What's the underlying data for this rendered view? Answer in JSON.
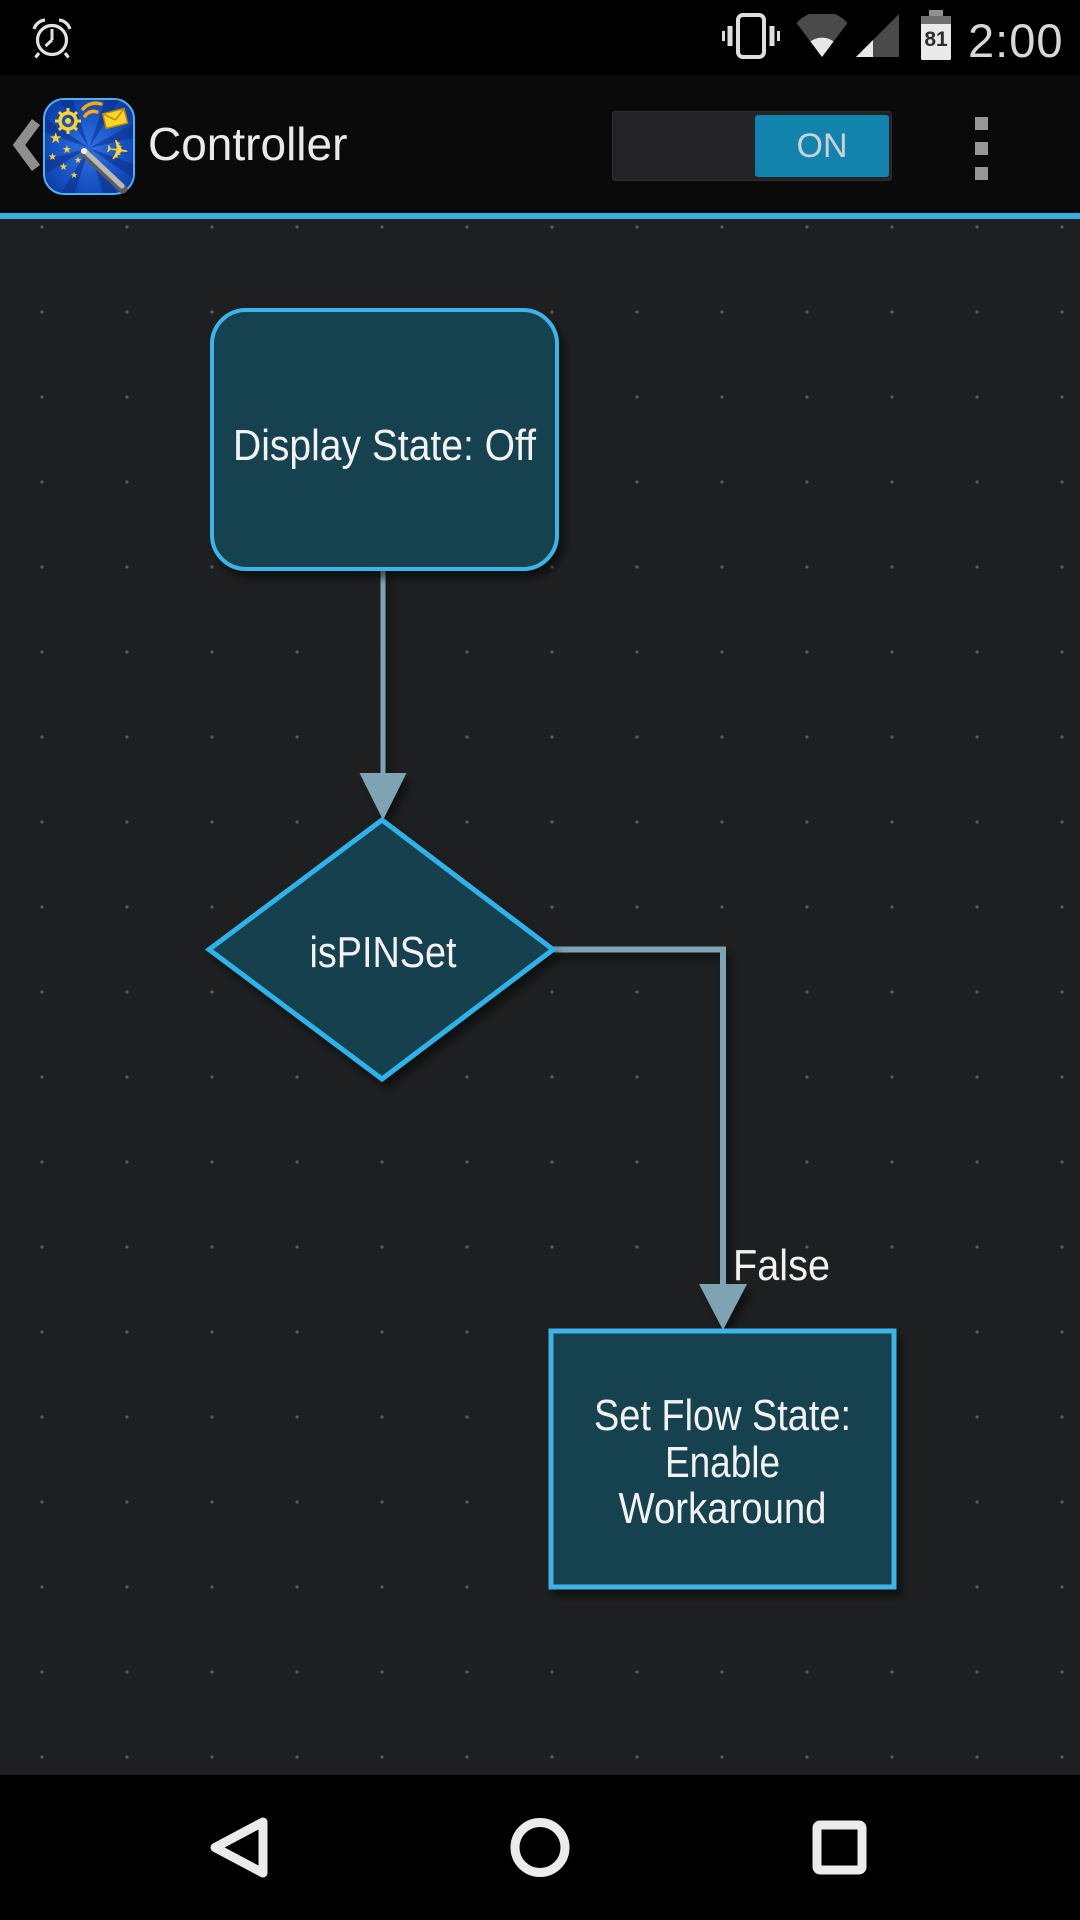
{
  "status_bar": {
    "time": "2:00",
    "battery_level": "81",
    "icons": [
      "alarm-icon",
      "vibrate-icon",
      "wifi-icon",
      "cell-signal-icon",
      "battery-icon"
    ]
  },
  "app_bar": {
    "title": "Controller",
    "toggle": {
      "state_label": "ON"
    },
    "icons": [
      "back-chevron-icon",
      "app-logo-icon",
      "overflow-menu-icon"
    ]
  },
  "flowchart": {
    "nodes": [
      {
        "id": "display_state",
        "shape": "rounded-rect",
        "label": "Display State: Off"
      },
      {
        "id": "is_pin_set",
        "shape": "diamond",
        "label": "isPINSet"
      },
      {
        "id": "set_flow_state",
        "shape": "rect",
        "label_lines": [
          "Set Flow State:",
          "Enable",
          "Workaround"
        ]
      }
    ],
    "edges": [
      {
        "from": "display_state",
        "to": "is_pin_set",
        "label": ""
      },
      {
        "from": "is_pin_set",
        "to": "set_flow_state",
        "label": "False"
      }
    ]
  },
  "nav_bar": {
    "icons": [
      "back-triangle-icon",
      "home-circle-icon",
      "recents-square-icon"
    ]
  },
  "colors": {
    "accent_blue": "#39ade0",
    "node_fill": "#164350",
    "node_border": "#3bb4ea",
    "edge_line": "#7ea3b2",
    "toggle_on_teal": "#1283ad",
    "canvas_bg": "#1e1f20",
    "text_light": "#f2f2f2"
  }
}
